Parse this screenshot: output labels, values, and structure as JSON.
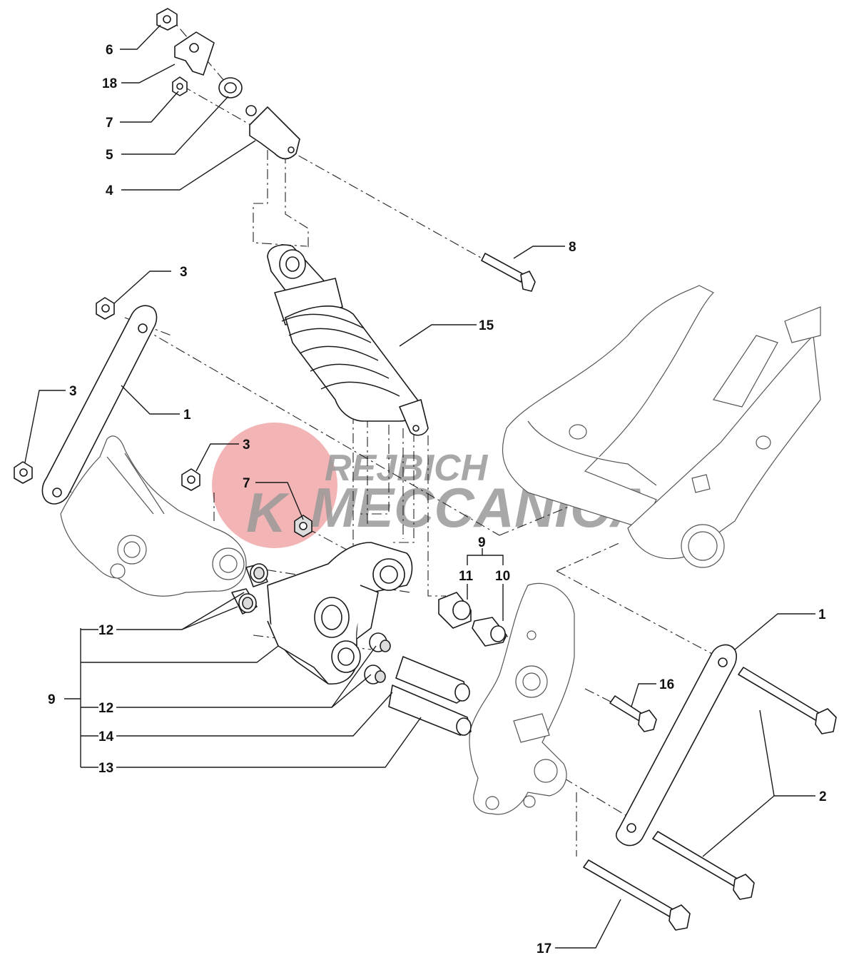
{
  "watermark": {
    "line1": "REJBICH",
    "line2": "MECCANICA",
    "initial": "K",
    "circle_color": "#f0a7a7",
    "text_color": "#9a9a9a"
  },
  "callouts": [
    "6",
    "18",
    "7",
    "5",
    "4",
    "8",
    "3",
    "3",
    "1",
    "3",
    "7",
    "15",
    "9",
    "11",
    "10",
    "1",
    "16",
    "12",
    "9",
    "12",
    "14",
    "13",
    "2",
    "17"
  ],
  "icons": [
    "rear-shock-absorber",
    "linkage-rocker",
    "swingarm",
    "tie-rod",
    "bolt",
    "nut",
    "bushing",
    "bearing",
    "bracket"
  ]
}
